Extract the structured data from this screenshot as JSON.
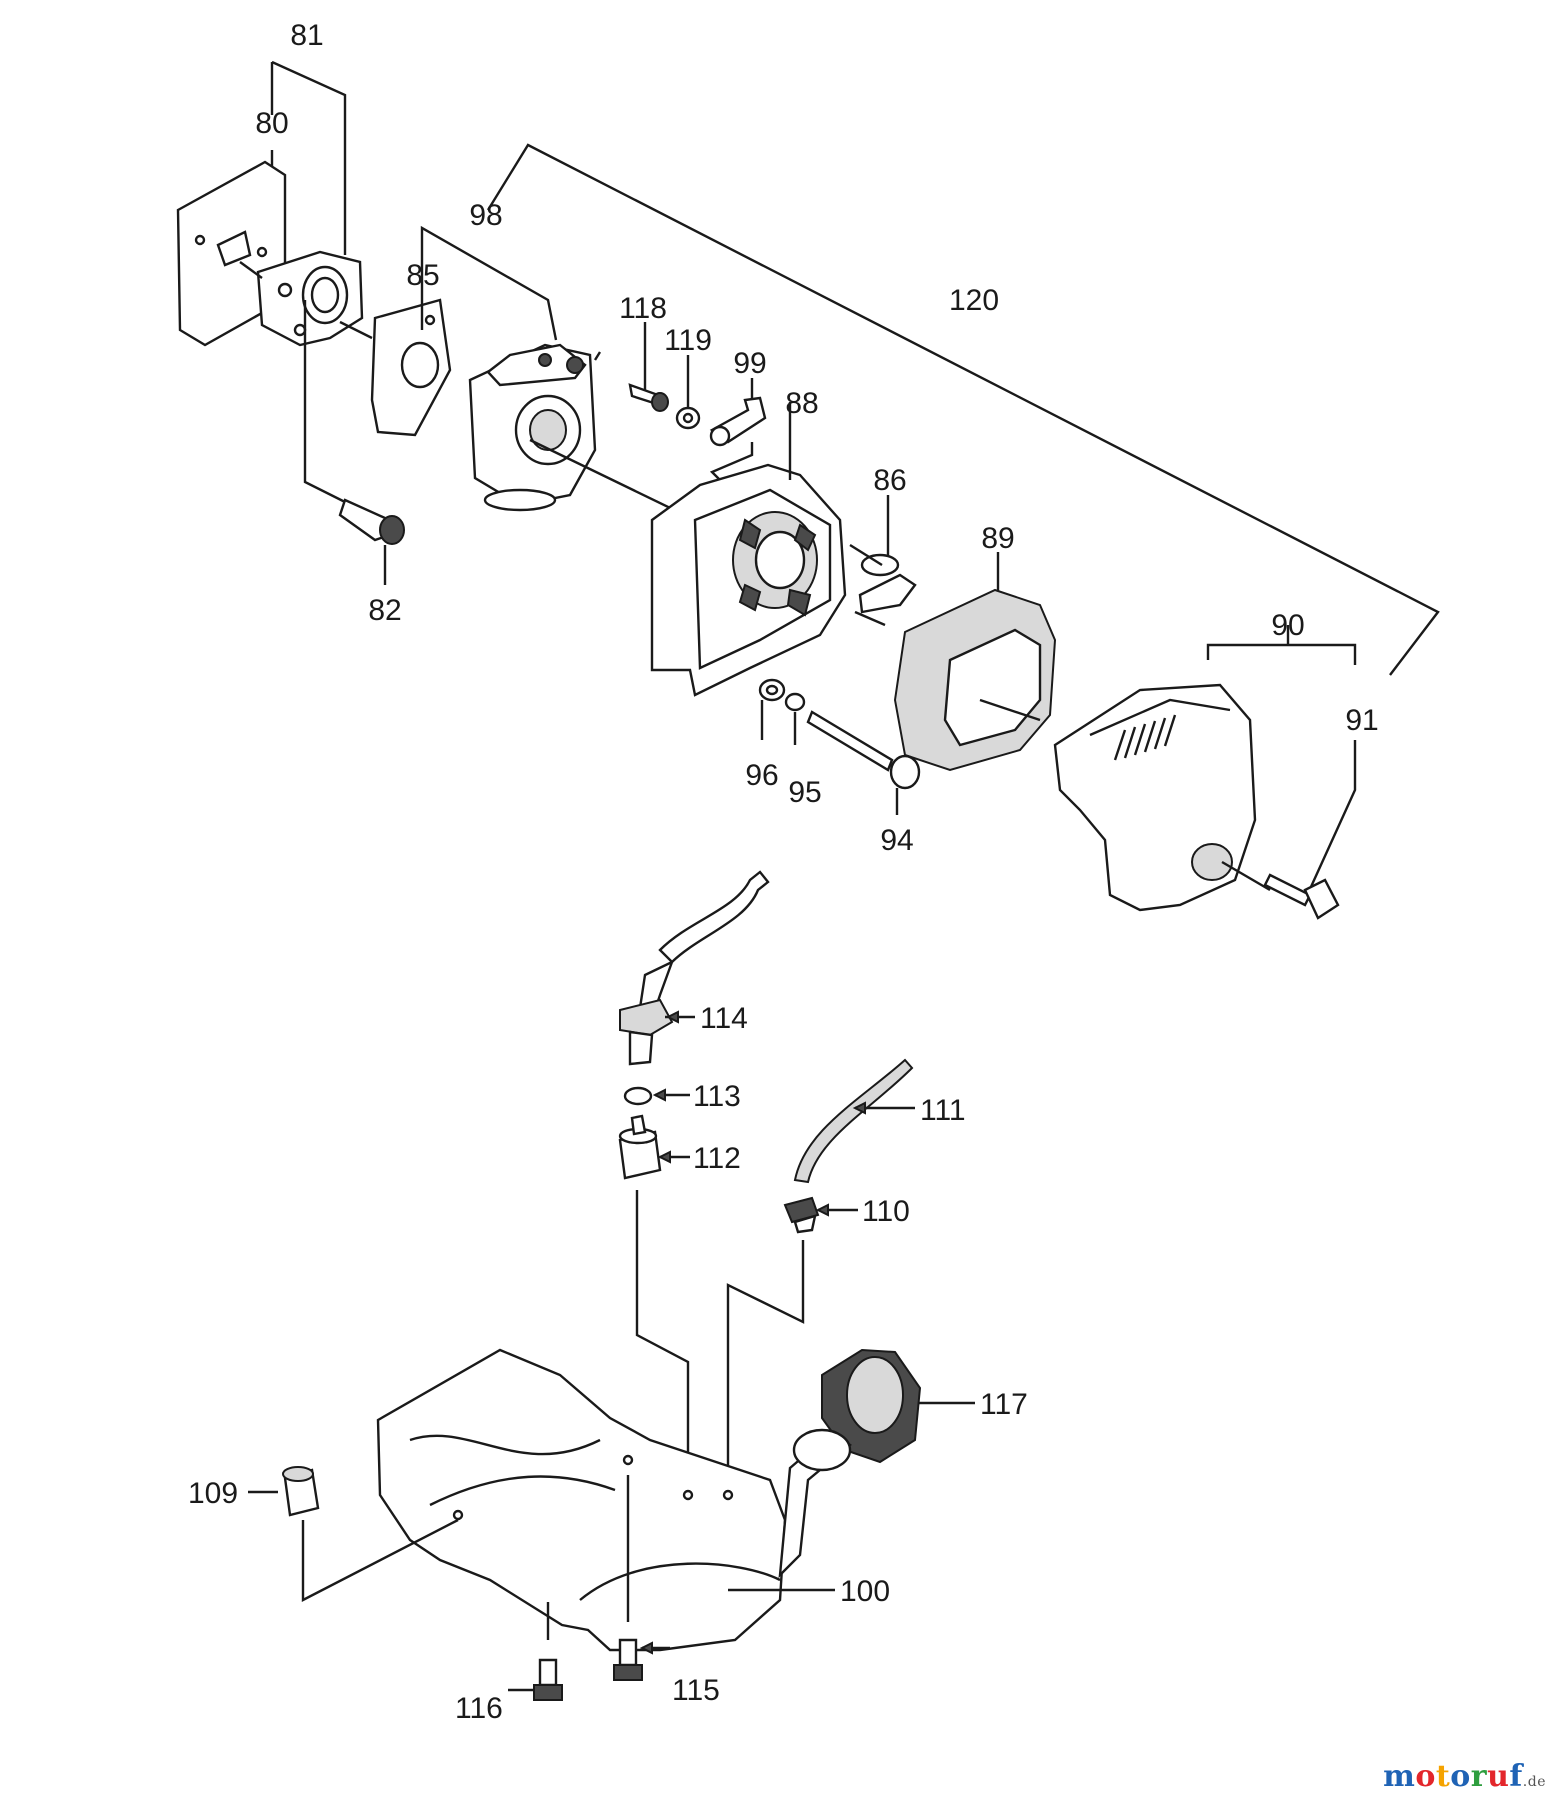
{
  "labels": {
    "p80": "80",
    "p81": "81",
    "p82": "82",
    "p85": "85",
    "p86": "86",
    "p88": "88",
    "p89": "89",
    "p90": "90",
    "p91": "91",
    "p94": "94",
    "p95": "95",
    "p96": "96",
    "p98": "98",
    "p99": "99",
    "p100": "100",
    "p109": "109",
    "p110": "110",
    "p111": "111",
    "p112": "112",
    "p113": "113",
    "p114": "114",
    "p115": "115",
    "p116": "116",
    "p117": "117",
    "p118": "118",
    "p119": "119",
    "p120": "120"
  },
  "watermark": {
    "letters": [
      "m",
      "o",
      "t",
      "o",
      "r",
      "u",
      "f"
    ],
    "colors": [
      "#1f63b5",
      "#e3262b",
      "#f5a300",
      "#1f63b5",
      "#2e9e3e",
      "#e3262b",
      "#1f63b5"
    ],
    "suffix": ".de"
  }
}
